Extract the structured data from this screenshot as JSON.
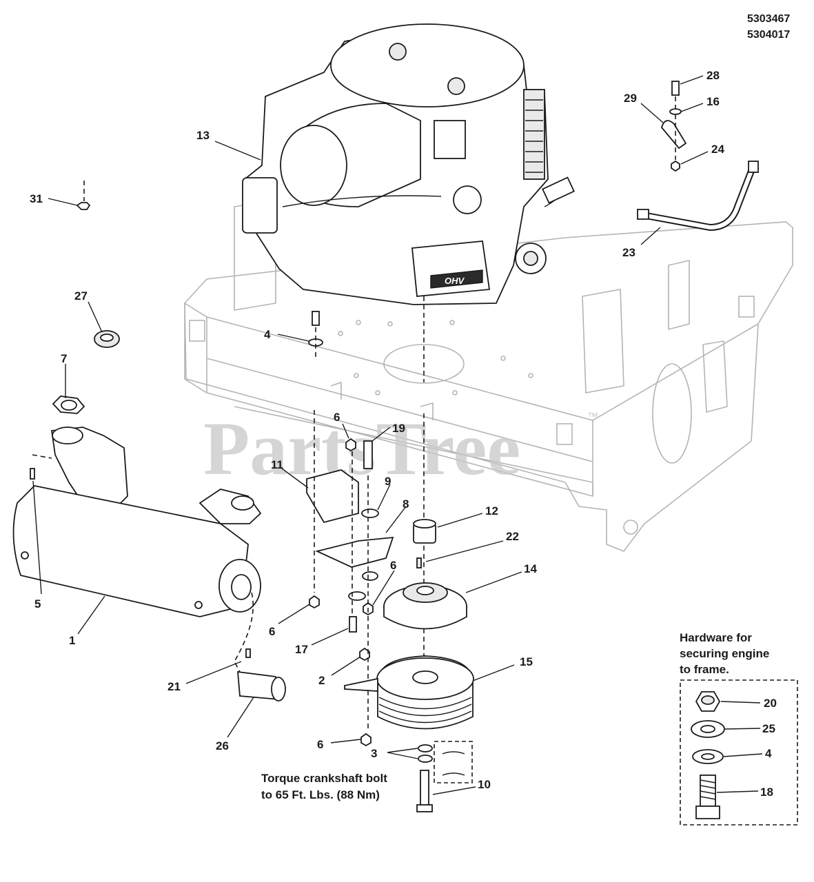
{
  "part_numbers": [
    "5303467",
    "5304017"
  ],
  "watermark": "PartsTree",
  "watermark_tm": "™",
  "callouts": [
    "1",
    "2",
    "3",
    "4",
    "5",
    "6",
    "6",
    "6",
    "6",
    "7",
    "8",
    "9",
    "10",
    "11",
    "12",
    "13",
    "14",
    "15",
    "16",
    "17",
    "19",
    "21",
    "22",
    "23",
    "24",
    "26",
    "27",
    "28",
    "29",
    "31"
  ],
  "torque_note": {
    "line1": "Torque crankshaft bolt",
    "line2": "to 65 Ft. Lbs. (88 Nm)"
  },
  "hardware_box": {
    "title_line1": "Hardware for",
    "title_line2": "securing engine",
    "title_line3": "to frame.",
    "items": [
      "20",
      "25",
      "4",
      "18"
    ]
  },
  "engine_badge": "OHV"
}
